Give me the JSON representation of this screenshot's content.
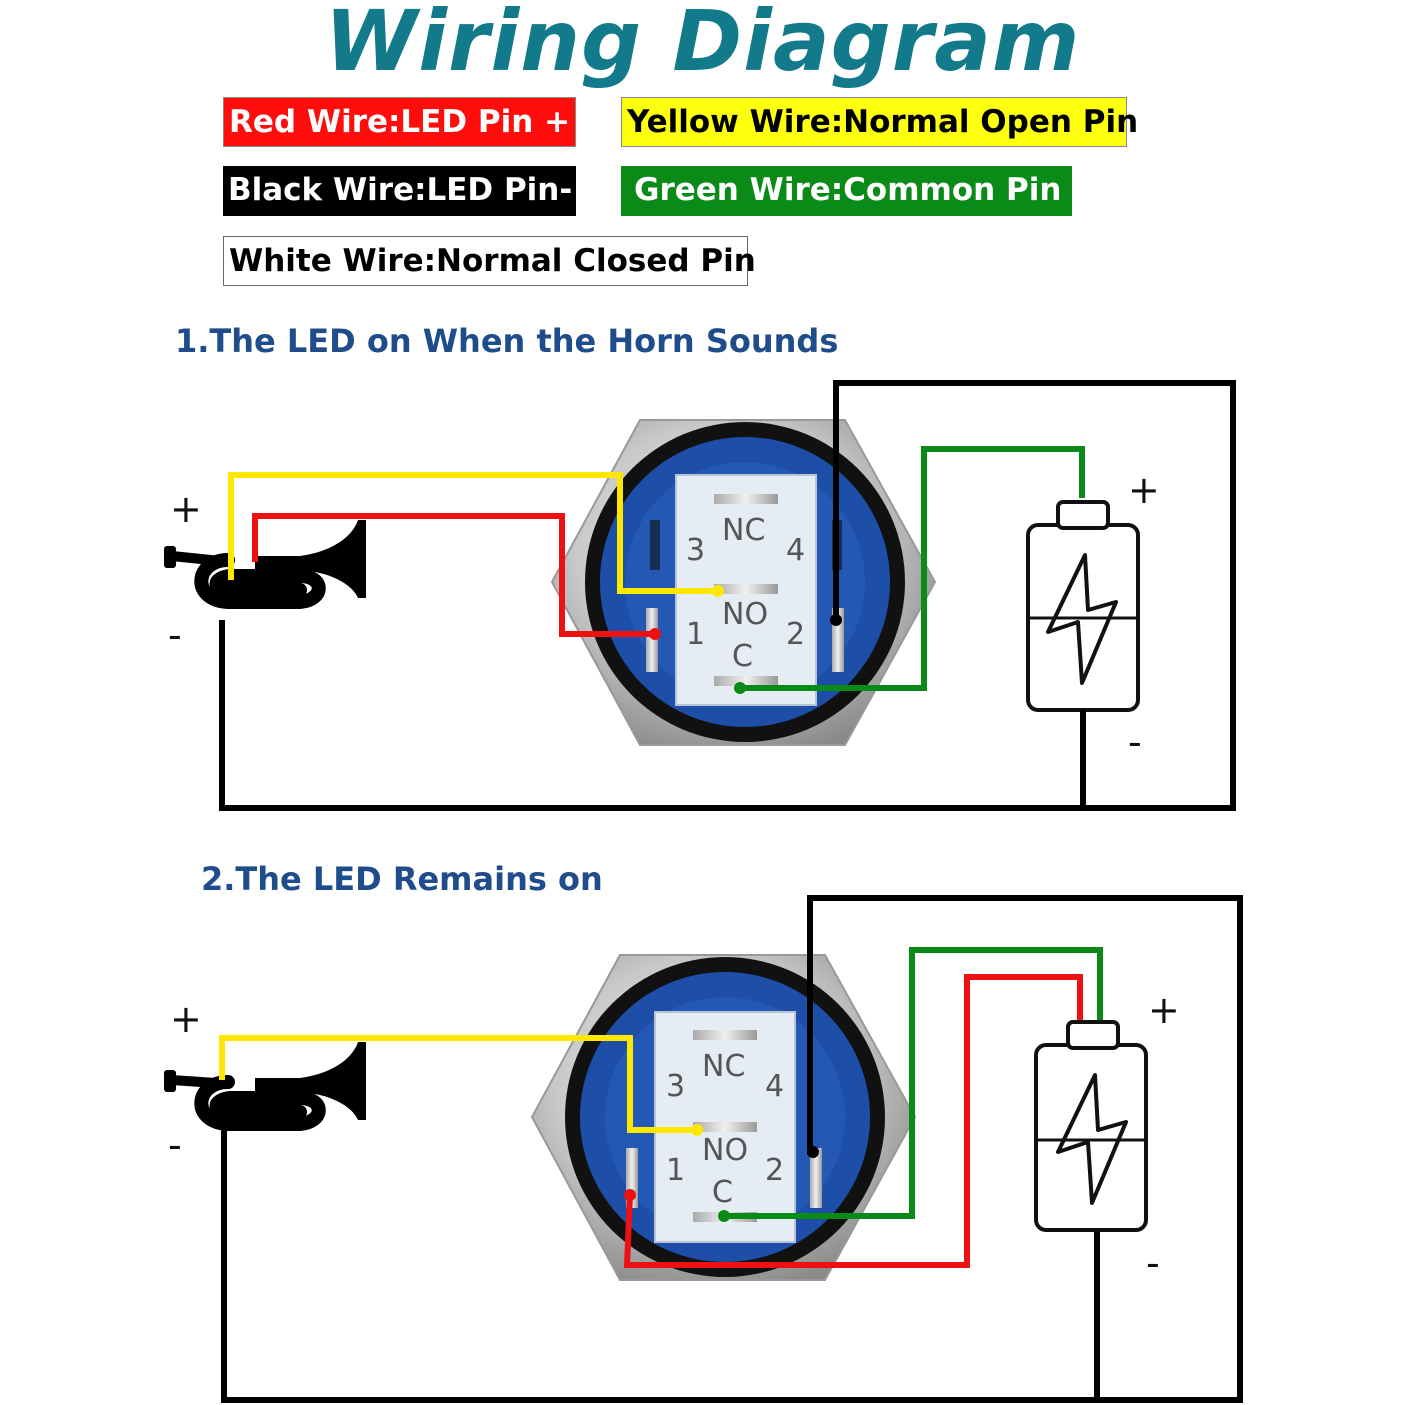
{
  "title": "Wiring Diagram",
  "legend": {
    "red": "Red Wire:LED Pin +",
    "yellow": "Yellow Wire:Normal Open Pin",
    "black": "Black Wire:LED Pin-",
    "green": "Green Wire:Common Pin",
    "white": "White Wire:Normal Closed Pin"
  },
  "colors": {
    "title": "#127a8a",
    "red": "#ff0d0d",
    "yellow": "#ffff10",
    "black": "#000000",
    "green": "#0a8a17",
    "switch_blue": "#1d4fa8",
    "section_title": "#1f4c8a"
  },
  "sections": [
    {
      "title": "1.The LED on When the Horn Sounds",
      "pins": {
        "nc": "NC",
        "no": "NO",
        "c": "C",
        "p1": "1",
        "p2": "2",
        "p3": "3",
        "p4": "4"
      },
      "horn_plus": "+",
      "horn_minus": "-",
      "battery_plus": "+",
      "battery_minus": "-"
    },
    {
      "title": "2.The LED Remains on",
      "pins": {
        "nc": "NC",
        "no": "NO",
        "c": "C",
        "p1": "1",
        "p2": "2",
        "p3": "3",
        "p4": "4"
      },
      "horn_plus": "+",
      "horn_minus": "-",
      "battery_plus": "+",
      "battery_minus": "-"
    }
  ],
  "icons": {
    "horn": "horn-icon",
    "battery": "battery-icon",
    "bolt": "lightning-bolt-icon",
    "switch": "push-button-switch-icon"
  }
}
